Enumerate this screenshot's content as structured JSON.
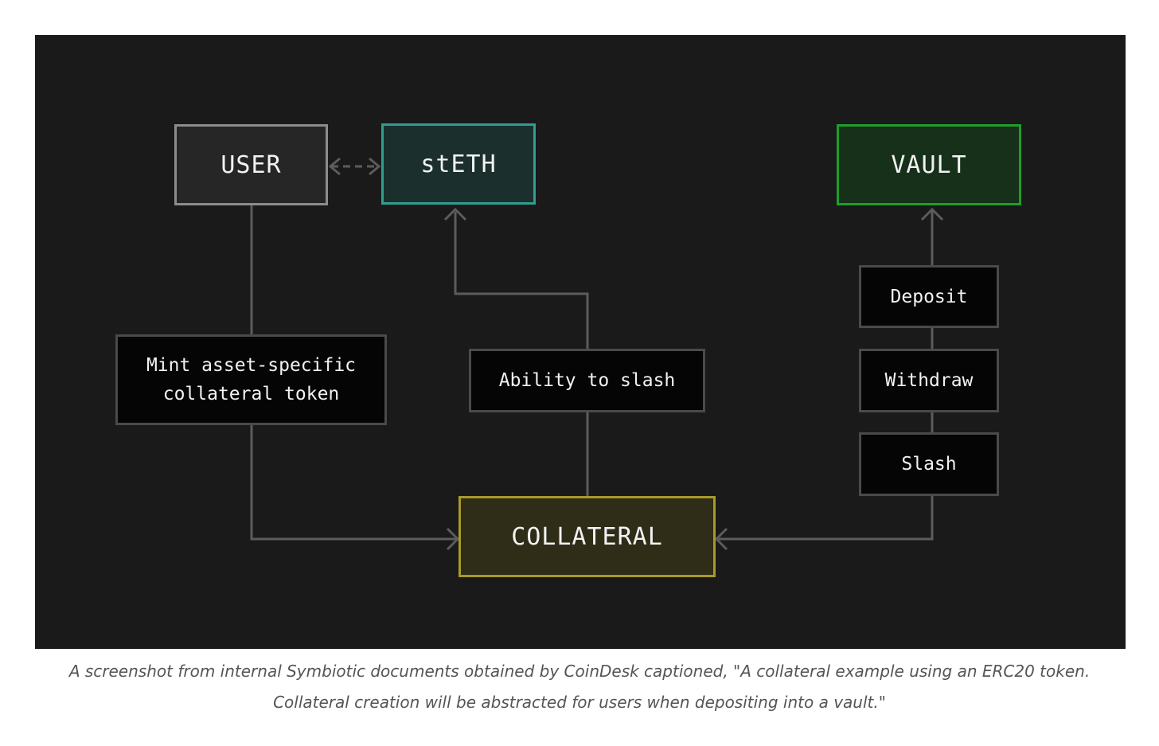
{
  "diagram": {
    "nodes": {
      "user": "USER",
      "steth": "stETH",
      "vault": "VAULT",
      "collateral": "COLLATERAL"
    },
    "labels": {
      "mint_line1": "Mint asset-specific",
      "mint_line2": "collateral token",
      "slash_ability": "Ability to slash",
      "deposit": "Deposit",
      "withdraw": "Withdraw",
      "slash": "Slash"
    },
    "colors": {
      "background": "#1a1a1a",
      "user_border": "#8c8c8c",
      "steth_border": "#2f9e8f",
      "vault_border": "#1f9e2a",
      "collateral_border": "#a89a2a",
      "connector": "#5c5c5c"
    }
  },
  "caption": {
    "line1": "A screenshot from internal Symbiotic documents obtained by CoinDesk captioned, \"A collateral example using an ERC20 token.",
    "line2": "Collateral creation will be abstracted for users when depositing into a vault.\""
  }
}
